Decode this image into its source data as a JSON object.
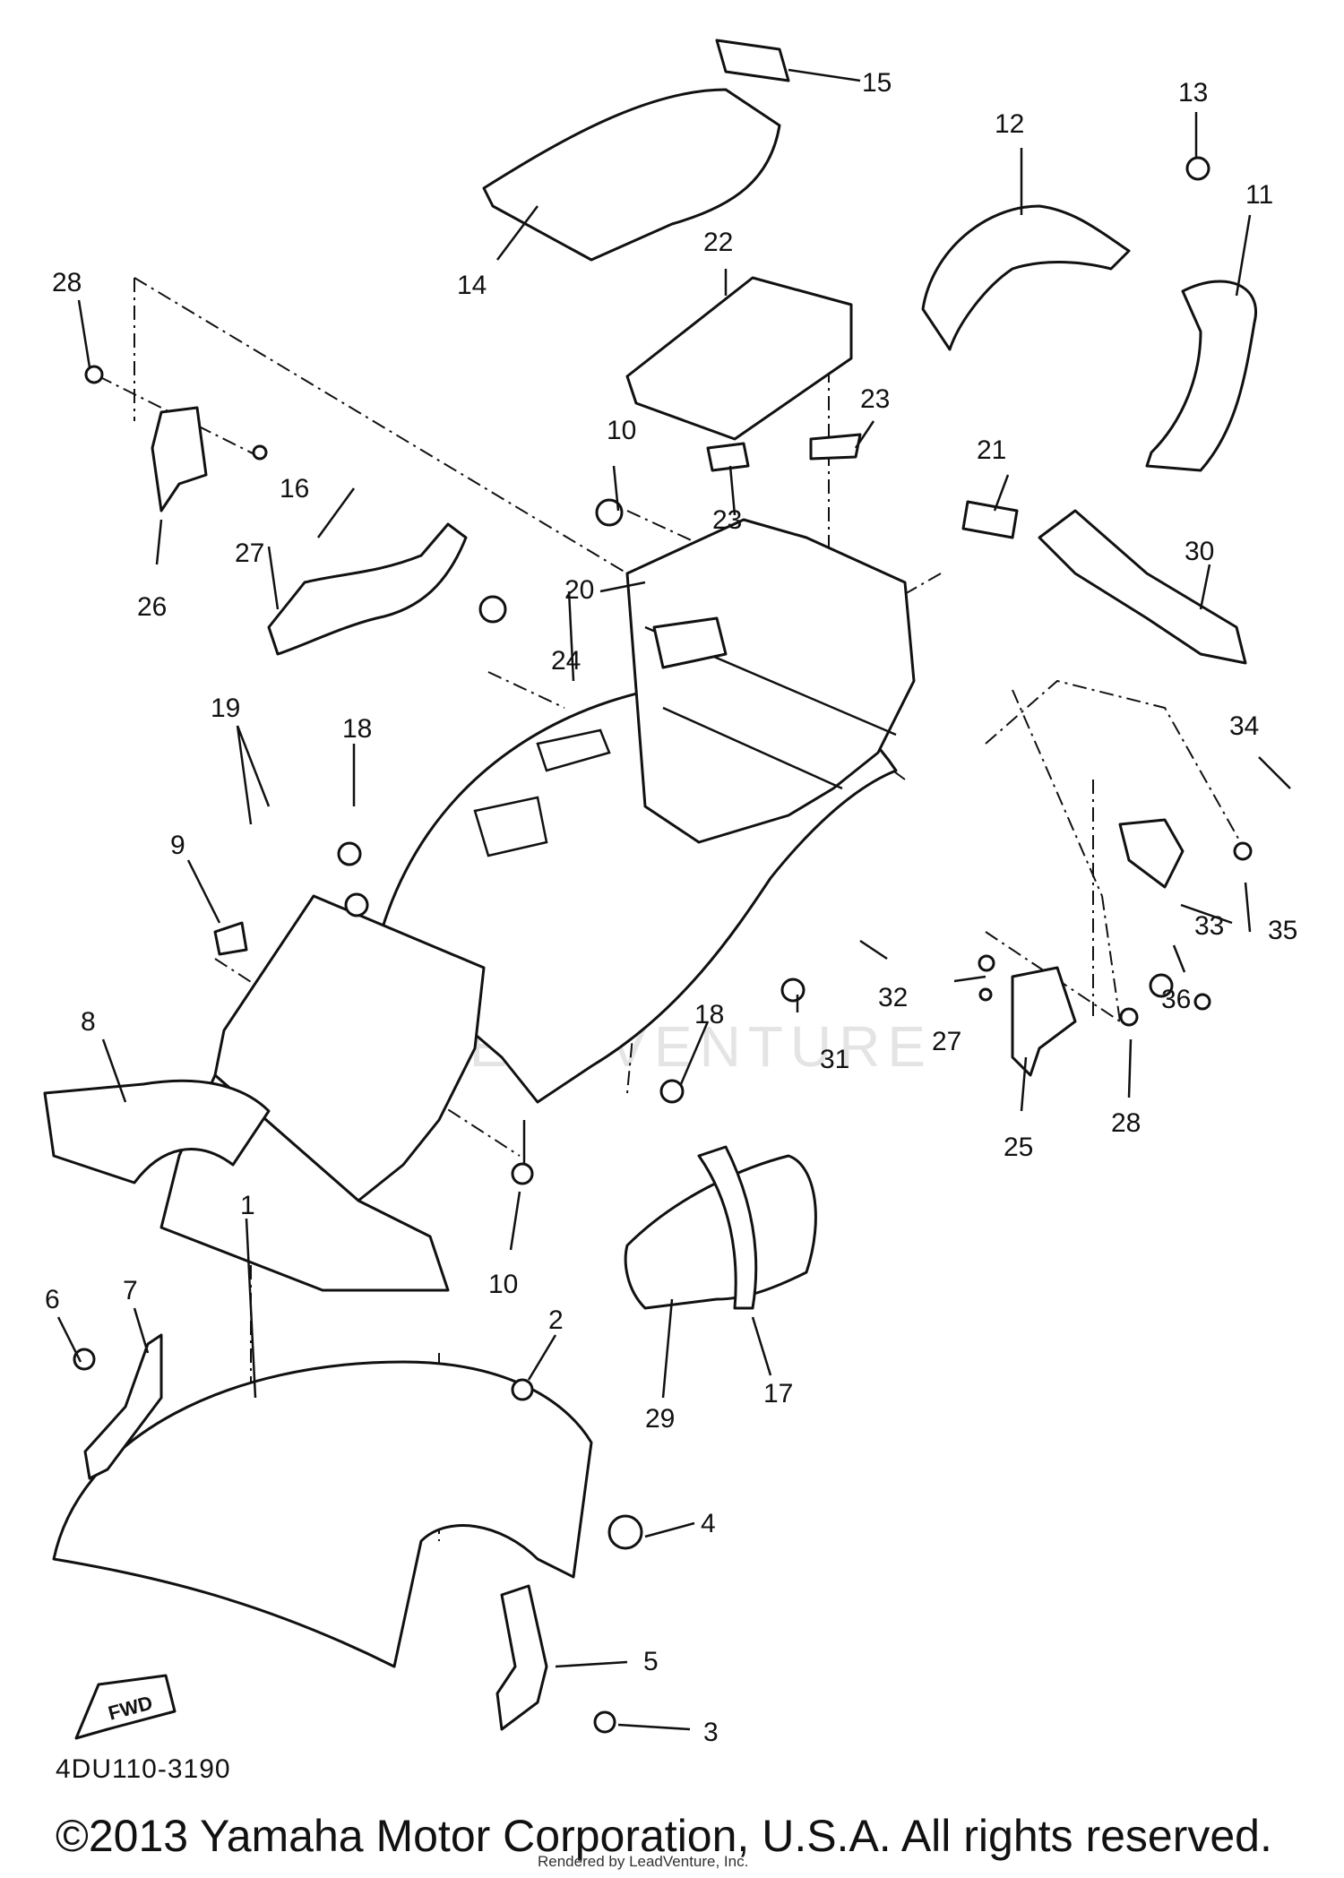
{
  "diagram": {
    "id_code": "4DU110-3190",
    "copyright": "©2013 Yamaha Motor Corporation, U.S.A. All rights reserved.",
    "rendered_by": "Rendered by LeadVenture, Inc.",
    "watermark": "LEADVENTURE",
    "fwd_label": "FWD",
    "callouts": [
      "1",
      "2",
      "3",
      "4",
      "5",
      "6",
      "7",
      "8",
      "9",
      "10",
      "10",
      "11",
      "12",
      "13",
      "14",
      "15",
      "16",
      "17",
      "18",
      "18",
      "19",
      "20",
      "21",
      "22",
      "23",
      "23",
      "24",
      "25",
      "26",
      "27",
      "27",
      "28",
      "28",
      "29",
      "30",
      "31",
      "32",
      "33",
      "34",
      "35",
      "36"
    ]
  }
}
